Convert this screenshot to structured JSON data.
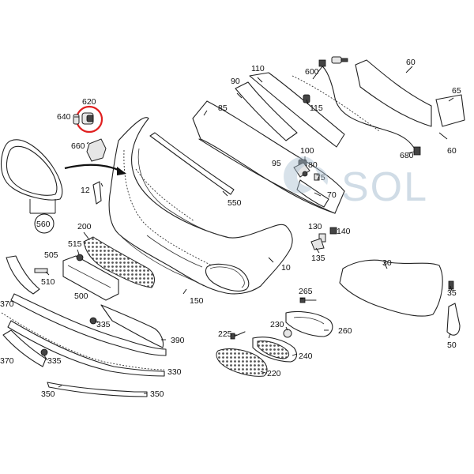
{
  "diagram": {
    "watermark": "SOL",
    "callouts": [
      {
        "id": "620",
        "text": "620"
      },
      {
        "id": "640",
        "text": "640"
      },
      {
        "id": "660",
        "text": "660"
      },
      {
        "id": "560",
        "text": "560"
      },
      {
        "id": "12",
        "text": "12"
      },
      {
        "id": "85",
        "text": "85"
      },
      {
        "id": "90",
        "text": "90"
      },
      {
        "id": "110",
        "text": "110"
      },
      {
        "id": "600",
        "text": "600"
      },
      {
        "id": "60a",
        "text": "60"
      },
      {
        "id": "65",
        "text": "65"
      },
      {
        "id": "60b",
        "text": "60"
      },
      {
        "id": "115",
        "text": "115"
      },
      {
        "id": "100",
        "text": "100"
      },
      {
        "id": "95",
        "text": "95"
      },
      {
        "id": "80",
        "text": "80"
      },
      {
        "id": "75",
        "text": "75"
      },
      {
        "id": "70",
        "text": "70"
      },
      {
        "id": "680",
        "text": "680"
      },
      {
        "id": "550",
        "text": "550"
      },
      {
        "id": "200",
        "text": "200"
      },
      {
        "id": "515",
        "text": "515"
      },
      {
        "id": "505",
        "text": "505"
      },
      {
        "id": "510",
        "text": "510"
      },
      {
        "id": "500",
        "text": "500"
      },
      {
        "id": "130",
        "text": "130"
      },
      {
        "id": "140",
        "text": "140"
      },
      {
        "id": "135",
        "text": "135"
      },
      {
        "id": "10",
        "text": "10"
      },
      {
        "id": "30",
        "text": "30"
      },
      {
        "id": "35",
        "text": "35"
      },
      {
        "id": "50",
        "text": "50"
      },
      {
        "id": "150",
        "text": "150"
      },
      {
        "id": "265",
        "text": "265"
      },
      {
        "id": "370a",
        "text": "370"
      },
      {
        "id": "335a",
        "text": "335"
      },
      {
        "id": "390",
        "text": "390"
      },
      {
        "id": "225",
        "text": "225"
      },
      {
        "id": "230",
        "text": "230"
      },
      {
        "id": "260",
        "text": "260"
      },
      {
        "id": "240",
        "text": "240"
      },
      {
        "id": "370b",
        "text": "370"
      },
      {
        "id": "335b",
        "text": "335"
      },
      {
        "id": "330",
        "text": "330"
      },
      {
        "id": "220",
        "text": "220"
      },
      {
        "id": "350a",
        "text": "350"
      },
      {
        "id": "350b",
        "text": "350"
      }
    ],
    "highlight": {
      "part": "620",
      "color": "#e02020"
    },
    "colors": {
      "line": "#222222",
      "watermark": "#a9bfd1",
      "highlight": "#e02020"
    }
  }
}
